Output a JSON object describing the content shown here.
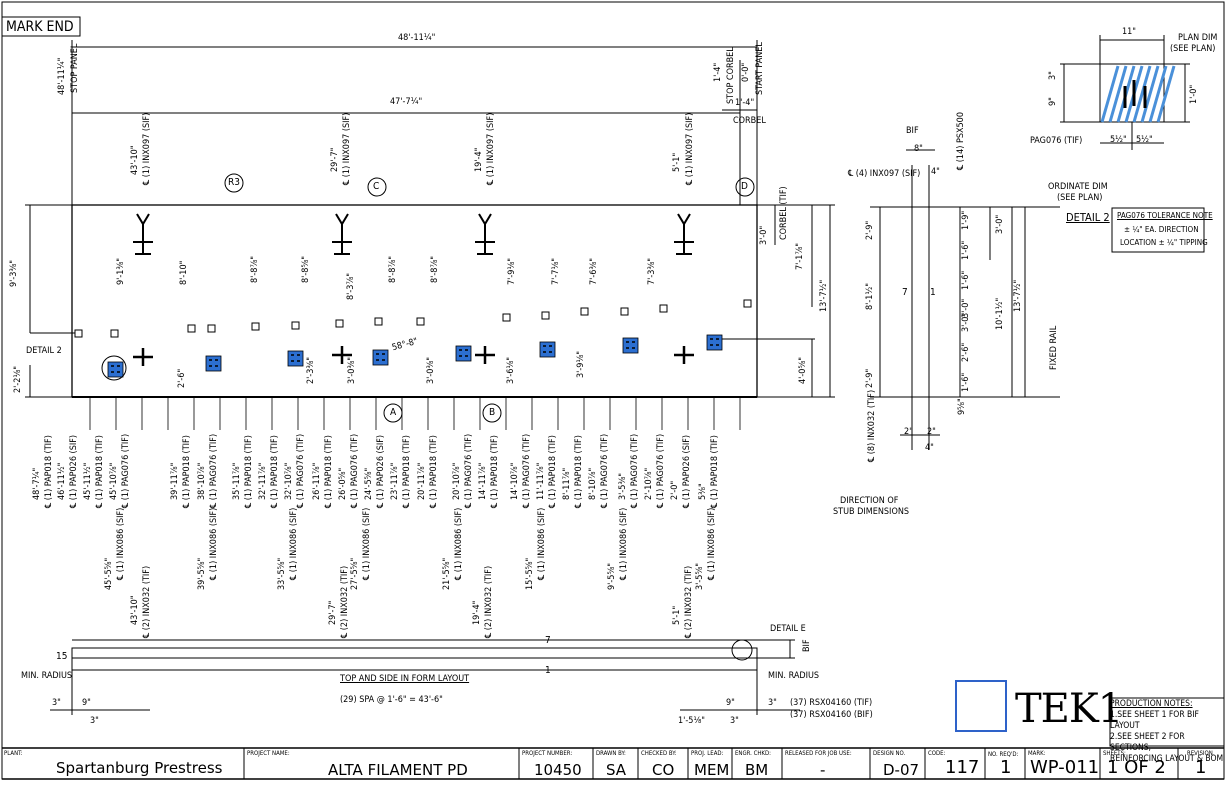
{
  "mark_label": "MARK END",
  "layout_title": "TOP AND SIDE IN FORM LAYOUT",
  "spacing_note": "(29) SPA @ 1'-6\" = 43'-6\"",
  "overall_dims": {
    "top_length": "48'-11¼\"",
    "inner_length": "47'-7¼\"",
    "stop_panel": "48'-11¼\"",
    "stop_panel_label": "STOP PANEL",
    "start_panel": "0'-0\"",
    "start_panel_label": "START PANEL",
    "stop_corbel": "1'-4\"",
    "stop_corbel_label": "STOP CORBEL",
    "corbel_dim": "1'-4\"",
    "corbel_label": "CORBEL"
  },
  "insert_top_labels": [
    {
      "dim": "43'-10\"",
      "call": "℄ (1) INX097 (SIF)"
    },
    {
      "dim": "29'-7\"",
      "call": "℄ (1) INX097 (SIF)"
    },
    {
      "dim": "19'-4\"",
      "call": "℄ (1) INX097 (SIF)"
    },
    {
      "dim": "5'-1\"",
      "call": "℄ (1) INX097 (SIF)"
    }
  ],
  "markers": {
    "r3": "R3",
    "c": "C",
    "d": "D",
    "a": "A",
    "b": "B",
    "n1": "1",
    "n7": "7",
    "n15": "15"
  },
  "vertical_dims": [
    "9'-3⅜\"",
    "9'-1⅜\"",
    "8'-10\"",
    "8'-8⅞\"",
    "8'-8⅝\"",
    "8'-3⅞\"",
    "8'-8⅞\"",
    "8'-8⅞\"",
    "7'-9⅛\"",
    "7'-7⅛\"",
    "7'-6⅜\"",
    "7'-3⅜\"",
    "3'-0\"",
    "7'-1⅞\"",
    "13'-7½\"",
    "2'-2⅛\"",
    "2'-6\"",
    "2'-3⅜\"",
    "3'-0⅜\"",
    "3'-0⅜\"",
    "3'-6⅛\"",
    "3'-9⅛\"",
    "4'-0⅝\""
  ],
  "bottom_labels": [
    {
      "dim": "48'-7¼\"",
      "call": "℄ (1) PAP018 (TIF)"
    },
    {
      "dim": "46'-11½\"",
      "call": "℄ (1) PAP026 (SIF)"
    },
    {
      "dim": "45'-11½\"",
      "call": "℄ (1) PAP018 (TIF)"
    },
    {
      "dim": "45'-10⅞\"",
      "call": "℄ (1) PAG076 (TIF)"
    },
    {
      "dim": "39'-11⅞\"",
      "call": "℄ (1) PAP018 (TIF)"
    },
    {
      "dim": "38'-10⅞\"",
      "call": "℄ (1) PAG076 (TIF)"
    },
    {
      "dim": "35'-11⅞\"",
      "call": "℄ (1) PAP018 (TIF)"
    },
    {
      "dim": "32'-11⅞\"",
      "call": "℄ (1) PAP018 (TIF)"
    },
    {
      "dim": "32'-10⅞\"",
      "call": "℄ (1) PAG076 (TIF)"
    },
    {
      "dim": "26'-11⅞\"",
      "call": "℄ (1) PAP018 (TIF)"
    },
    {
      "dim": "26'-0⅝\"",
      "call": "℄ (1) PAG076 (TIF)"
    },
    {
      "dim": "24'-5⅝\"",
      "call": "℄ (1) PAP026 (SIF)"
    },
    {
      "dim": "23'-11⅞\"",
      "call": "℄ (1) PAP018 (TIF)"
    },
    {
      "dim": "20'-11⅞\"",
      "call": "℄ (1) PAP018 (TIF)"
    },
    {
      "dim": "20'-10⅞\"",
      "call": "℄ (1) PAG076 (TIF)"
    },
    {
      "dim": "14'-11⅞\"",
      "call": "℄ (1) PAP018 (TIF)"
    },
    {
      "dim": "14'-10⅞\"",
      "call": "℄ (1) PAG076 (TIF)"
    },
    {
      "dim": "11'-11⅞\"",
      "call": "℄ (1) PAP018 (TIF)"
    },
    {
      "dim": "8'-11⅞\"",
      "call": "℄ (1) PAP018 (TIF)"
    },
    {
      "dim": "8'-10⅞\"",
      "call": "℄ (1) PAG076 (TIF)"
    },
    {
      "dim": "3'-5⅜\"",
      "call": "℄ (1) PAG076 (TIF)"
    },
    {
      "dim": "2'-10⅞\"",
      "call": "℄ (1) PAG076 (TIF)"
    },
    {
      "dim": "2'-0\"",
      "call": "℄ (1) PAP026 (SIF)"
    },
    {
      "dim": "5⅜\"",
      "call": "℄ (1) PAP018 (TIF)"
    }
  ],
  "inx086_labels": [
    {
      "dim": "45'-5⅝\"",
      "call": "℄ (1) INX086 (SIF)"
    },
    {
      "dim": "39'-5⅝\"",
      "call": "℄ (1) INX086 (SIF)"
    },
    {
      "dim": "33'-5⅝\"",
      "call": "℄ (1) INX086 (SIF)"
    },
    {
      "dim": "27'-5⅝\"",
      "call": "℄ (1) INX086 (SIF)"
    },
    {
      "dim": "21'-5⅝\"",
      "call": "℄ (1) INX086 (SIF)"
    },
    {
      "dim": "15'-5⅝\"",
      "call": "℄ (1) INX086 (SIF)"
    },
    {
      "dim": "9'-5⅝\"",
      "call": "℄ (1) INX086 (SIF)"
    },
    {
      "dim": "3'-5⅝\"",
      "call": "℄ (1) INX086 (SIF)"
    }
  ],
  "inx032_labels": [
    {
      "dim": "43'-10\"",
      "call": "℄ (2) INX032 (TIF)"
    },
    {
      "dim": "29'-7\"",
      "call": "℄ (2) INX032 (TIF)"
    },
    {
      "dim": "19'-4\"",
      "call": "℄ (2) INX032 (TIF)"
    },
    {
      "dim": "5'-1\"",
      "call": "℄ (2) INX032 (TIF)"
    }
  ],
  "callouts": {
    "detail2": "DETAIL 2",
    "detail_e": "DETAIL E",
    "direction_stub": "DIRECTION OF",
    "direction_stub2": "STUB DIMENSIONS",
    "min_radius": "MIN. RADIUS",
    "min_radius2": "MIN. RADIUS",
    "angle": "58°-8\"",
    "bif": "BIF",
    "rsx_tif": "(37) RSX04160 (TIF)",
    "rsx_bif": "(37) RSX04160 (BIF)",
    "d3_left": "3\"",
    "d9_left": "9\"",
    "d3_left2": "3\"",
    "d3_right": "3\"",
    "d1_5": "1'-5⅛\"",
    "d9_right": "9\"",
    "d3_right2": "3\""
  },
  "section": {
    "bif": "BIF",
    "d8": "8\"",
    "d4": "4\"",
    "d4b": "4\"",
    "d2a": "2\"",
    "d2b": "2\"",
    "d9_5": "9⅝\"",
    "inx097": "℄ (4) INX097 (SIF)",
    "psx": "℄ (14) PSX500",
    "inx032": "℄ (8) INX032 (TIF)",
    "dims_left": [
      "2'-9\"",
      "8'-1½\"",
      "2'-9\""
    ],
    "dims_mid": [
      "1'-9\"",
      "1'-6\"",
      "1'-6\"",
      "3'-0\"",
      "3'-0\"",
      "2'-6\"",
      "1'-6\""
    ],
    "dims_right": [
      "3'-0\"",
      "10'-1½\"",
      "13'-7½\""
    ],
    "fixed_rail": "FIXED RAIL"
  },
  "detail2": {
    "d11": "11\"",
    "d3": "3\"",
    "d9": "9\"",
    "d10": "1'-0\"",
    "d5a": "5½\"",
    "d5b": "5½\"",
    "plan_dim": "PLAN DIM",
    "see_plan": "(SEE PLAN)",
    "pag": "PAG076 (TIF)",
    "ordinate": "ORDINATE DIM",
    "see_plan2": "(SEE PLAN)",
    "title": "DETAIL 2",
    "tol_title": "PAG076 TOLERANCE NOTE",
    "tol1": "± ¼\" EA. DIRECTION",
    "tol2": "LOCATION ± ¼\" TIPPING"
  },
  "logo_text": "TEK1",
  "production_notes": {
    "title": "PRODUCTION NOTES:",
    "lines": [
      "1.SEE SHEET 1 FOR BIF LAYOUT",
      "2.SEE SHEET 2 FOR SECTIONS,",
      "REINFORCING LAYOUT & BOM"
    ]
  },
  "title_block": {
    "plant_h": "PLANT:",
    "plant": "Spartanburg Prestress",
    "project_name_h": "PROJECT NAME:",
    "project_name": "ALTA FILAMENT PD",
    "project_number_h": "PROJECT NUMBER:",
    "project_number": "10450",
    "drawn_by_h": "DRAWN BY:",
    "drawn_by": "SA",
    "checked_by_h": "CHECKED BY:",
    "checked_by": "CO",
    "proj_lead_h": "PROJ. LEAD:",
    "proj_lead": "MEM",
    "engr_chkd_h": "ENGR. CHKD:",
    "engr_chkd": "BM",
    "released_h": "RELEASED FOR JOB USE:",
    "released": "-",
    "design_no_h": "DESIGN NO.",
    "design_no": "D-07",
    "code_h": "CODE:",
    "code": "117",
    "no_reqd_h": "NO. REQ'D:",
    "no_reqd": "1",
    "mark_h": "MARK:",
    "mark": "WP-011",
    "sheets_h": "SHEETS:",
    "sheets": "1 OF 2",
    "revision_h": "REVISION",
    "revision": "1"
  }
}
